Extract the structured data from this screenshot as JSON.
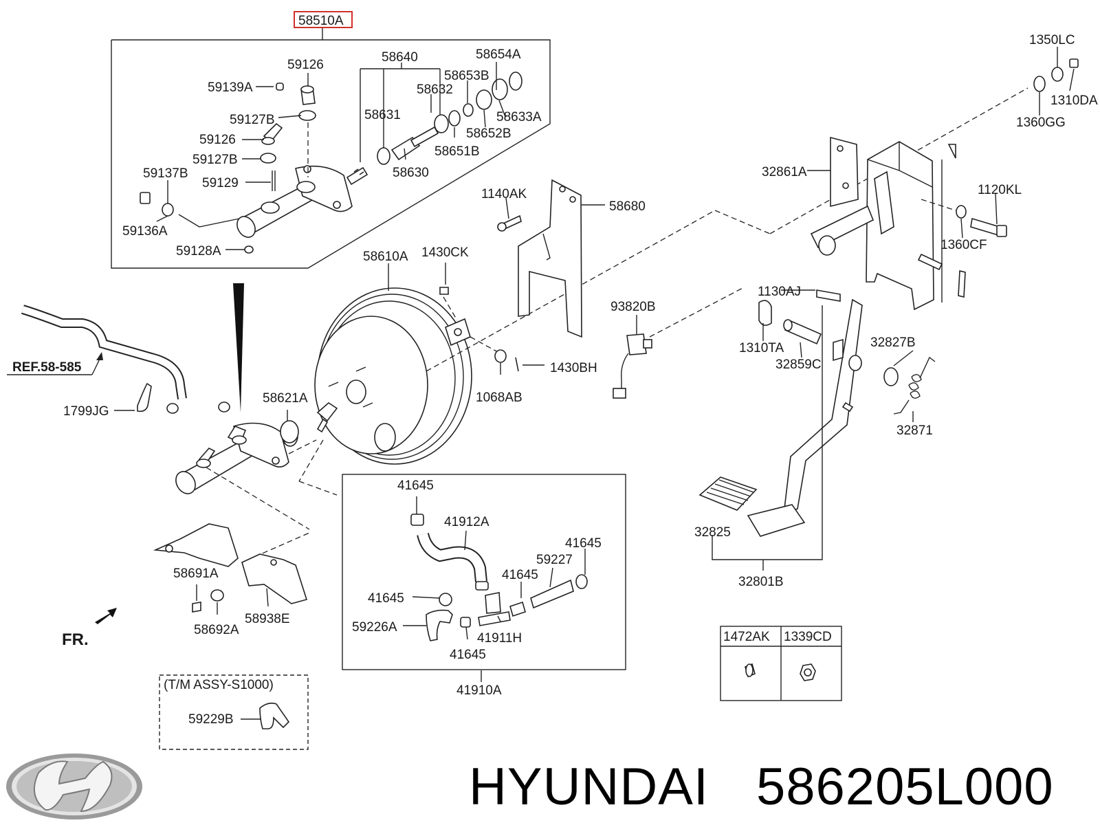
{
  "brand": {
    "name": "HYUNDAI",
    "part_number": "586205L000"
  },
  "highlight_color": "#d0302a",
  "labels": {
    "l58510A": "58510A",
    "l59126a": "59126",
    "l59139A": "59139A",
    "l58640": "58640",
    "l58654A": "58654A",
    "l58653B": "58653B",
    "l58632": "58632",
    "l59127Ba": "59127B",
    "l58631": "58631",
    "l58633A": "58633A",
    "l59126b": "59126",
    "l58652B": "58652B",
    "l59127Bb": "59127B",
    "l58651B": "58651B",
    "l59137B": "59137B",
    "l58630": "58630",
    "l59129": "59129",
    "l59136A": "59136A",
    "l59128A": "59128A",
    "l1140AK": "1140AK",
    "l58680": "58680",
    "l58610A": "58610A",
    "l1430CK": "1430CK",
    "lREF": "REF.58-585",
    "l1799JG": "1799JG",
    "l58621A": "58621A",
    "l1068AB": "1068AB",
    "l1430BH": "1430BH",
    "l93820B": "93820B",
    "l1350LC": "1350LC",
    "l1310DA": "1310DA",
    "l1360GG": "1360GG",
    "l32861A": "32861A",
    "l1120KL": "1120KL",
    "l1360CF": "1360CF",
    "l1130AJ": "1130AJ",
    "l1310TA": "1310TA",
    "l32859C": "32859C",
    "l32827B": "32827B",
    "l32871": "32871",
    "l32825": "32825",
    "l32801B": "32801B",
    "l41645a": "41645",
    "l41912A": "41912A",
    "l41645b": "41645",
    "l59227": "59227",
    "l41645c": "41645",
    "l41645d": "41645",
    "l59226A": "59226A",
    "l41911H": "41911H",
    "l41645e": "41645",
    "l41910A": "41910A",
    "l58691A": "58691A",
    "l58692A": "58692A",
    "l58938E": "58938E",
    "lFR": "FR.",
    "lTM": "(T/M ASSY-S1000)",
    "l59229B": "59229B"
  },
  "fastener_table": {
    "headers": [
      "1472AK",
      "1339CD"
    ]
  },
  "icons": {
    "logo": "hyundai-logo",
    "direction_arrow": "fr-arrow-icon"
  }
}
